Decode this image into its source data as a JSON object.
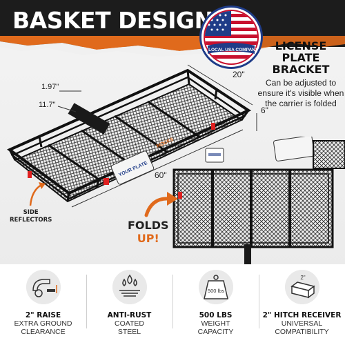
{
  "header": {
    "title": "BASKET DESIGN"
  },
  "badge": {
    "text": "A LOCAL USA COMPANY"
  },
  "license_plate": {
    "title_line1": "LICENSE",
    "title_line2": "PLATE",
    "title_line3": "BRACKET",
    "description": "Can be adjusted to ensure it's visible when the carrier is folded"
  },
  "dimensions": {
    "width": "20\"",
    "height": "6\"",
    "length": "60\"",
    "dim_a": "1.97\"",
    "dim_b": "11.7\""
  },
  "product": {
    "plate_text": "YOUR PLATE",
    "brand_mark": "MOCKS"
  },
  "callouts": {
    "side_reflectors_line1": "SIDE",
    "side_reflectors_line2": "REFLECTORS",
    "folds_line1": "FOLDS",
    "folds_line2": "UP!"
  },
  "features": [
    {
      "bold": "2\" RAISE",
      "sub1": "EXTRA GROUND",
      "sub2": "CLEARANCE",
      "icon": "raise-icon"
    },
    {
      "bold": "ANTI-RUST",
      "sub1": "COATED",
      "sub2": "STEEL",
      "icon": "water-drops-icon"
    },
    {
      "bold": "500 LBS",
      "sub1": "WEIGHT",
      "sub2": "CAPACITY",
      "icon": "weight-icon",
      "icon_text": "500 lbs"
    },
    {
      "bold": "2\" HITCH RECEIVER",
      "sub1": "UNIVERSAL",
      "sub2": "COMPATIBILITY",
      "icon": "hitch-tube-icon",
      "icon_text": "2\""
    }
  ],
  "colors": {
    "accent": "#e06a1c",
    "dark": "#1c1c1c",
    "flag_red": "#c8102e",
    "flag_blue": "#1f3c88"
  }
}
